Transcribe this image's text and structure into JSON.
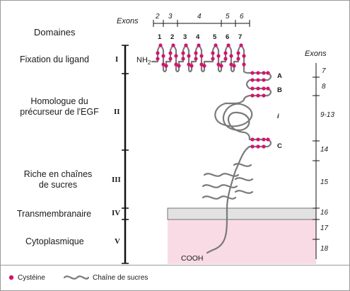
{
  "header": {
    "domains_title": "Domaines",
    "exons_top_title": "Exons",
    "top_exons": [
      "2",
      "3",
      "4",
      "5",
      "6"
    ],
    "exons_right_title": "Exons"
  },
  "domains": [
    {
      "label": "Fixation du ligand",
      "roman": "I"
    },
    {
      "label": "Homologue du précurseur de l'EGF",
      "roman": "II"
    },
    {
      "label": "Riche en chaînes de sucres",
      "roman": "III"
    },
    {
      "label": "Transmembranaire",
      "roman": "IV"
    },
    {
      "label": "Cytoplasmique",
      "roman": "V"
    }
  ],
  "repeats": [
    "1",
    "2",
    "3",
    "4",
    "5",
    "6",
    "7"
  ],
  "egf_repeats": [
    "A",
    "B",
    "i",
    "C"
  ],
  "right_exons": [
    "7",
    "8",
    "9-13",
    "14",
    "15",
    "16",
    "17",
    "18"
  ],
  "termini": {
    "n": "NH",
    "n_sub": "2",
    "c": "COOH"
  },
  "legend": {
    "cysteine": "Cystéine",
    "sugar": "Chaîne de sucres"
  },
  "colors": {
    "cysteine": "#d4136e",
    "membrane": "#e2e2e2",
    "cytoplasm": "#f9dbe6",
    "chain": "#7a7a7a"
  }
}
